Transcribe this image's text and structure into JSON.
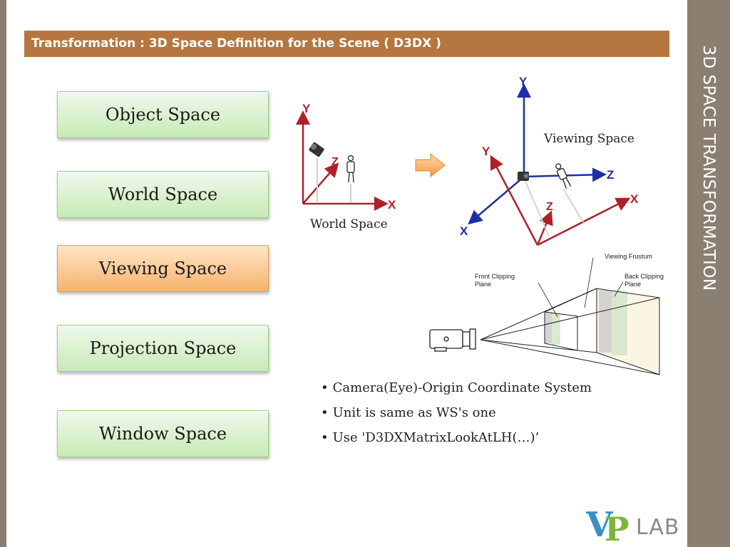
{
  "sidebar": {
    "title": "3D SPACE TRANSFORMATION"
  },
  "header": {
    "title": "Transformation : 3D Space Definition for the Scene ( D3DX )"
  },
  "spaces": [
    {
      "label": "Object Space",
      "highlighted": false
    },
    {
      "label": "World Space",
      "highlighted": false
    },
    {
      "label": "Viewing Space",
      "highlighted": true
    },
    {
      "label": "Projection Space",
      "highlighted": false
    },
    {
      "label": "Window Space",
      "highlighted": false
    }
  ],
  "world_diagram": {
    "caption": "World Space",
    "axis_x": "X",
    "axis_y": "Y",
    "axis_z": "Z"
  },
  "view_diagram": {
    "caption": "Viewing Space",
    "axis_y": "Y",
    "axis_z": "Z",
    "axis_x": "X",
    "world_axis_y": "Y",
    "world_axis_z": "Z",
    "world_axis_x": "X"
  },
  "frustum": {
    "viewing_frustum": "Viewing Frustum",
    "front_clip_1": "Front Clipping",
    "front_clip_2": "Plane",
    "back_clip_1": "Back Clipping",
    "back_clip_2": "Plane"
  },
  "bullets": [
    "Camera(Eye)-Origin Coordinate System",
    "Unit is same as WS's one",
    "Use 'D3DXMatrixLookAtLH(…)’"
  ],
  "logo": {
    "v": "V",
    "p": "P",
    "lab": "LAB"
  },
  "colors": {
    "header": "#b5773f",
    "sidebar": "#8b7f72",
    "green_box": "#c7eab6",
    "orange_box": "#f6b36d",
    "axis_blue": "#1c2fa8",
    "axis_red": "#b0202a"
  }
}
